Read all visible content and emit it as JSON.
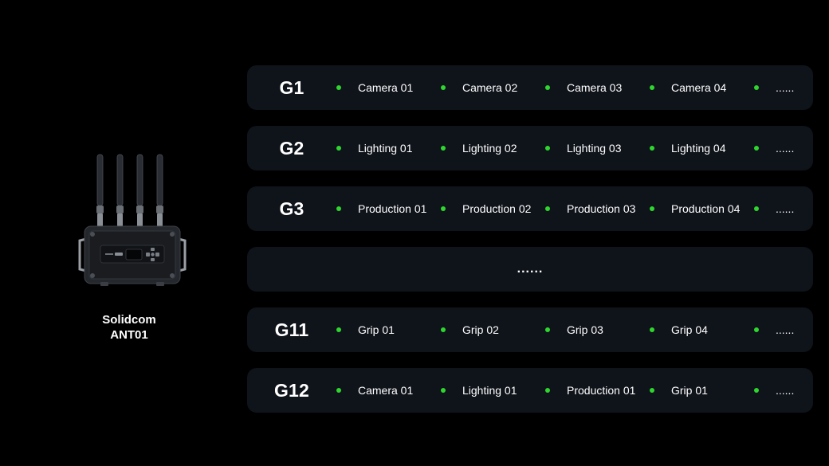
{
  "colors": {
    "background": "#000000",
    "row_background": "#0f131a",
    "status_dot": "#2ed62e",
    "text": "#ffffff"
  },
  "device": {
    "name_line1": "Solidcom",
    "name_line2": "ANT01",
    "image_icon": "solidcom-ant01-device-icon"
  },
  "groups": [
    {
      "id": "G1",
      "members": [
        "Camera 01",
        "Camera 02",
        "Camera 03",
        "Camera 04",
        "......"
      ]
    },
    {
      "id": "G2",
      "members": [
        "Lighting 01",
        "Lighting 02",
        "Lighting 03",
        "Lighting 04",
        "......"
      ]
    },
    {
      "id": "G3",
      "members": [
        "Production 01",
        "Production 02",
        "Production 03",
        "Production 04",
        "......"
      ]
    },
    {
      "id": "",
      "ellipsis": "......",
      "members": []
    },
    {
      "id": "G11",
      "members": [
        "Grip 01",
        "Grip 02",
        "Grip 03",
        "Grip 04",
        "......"
      ]
    },
    {
      "id": "G12",
      "members": [
        "Camera 01",
        "Lighting 01",
        "Production 01",
        "Grip 01",
        "......"
      ]
    }
  ]
}
